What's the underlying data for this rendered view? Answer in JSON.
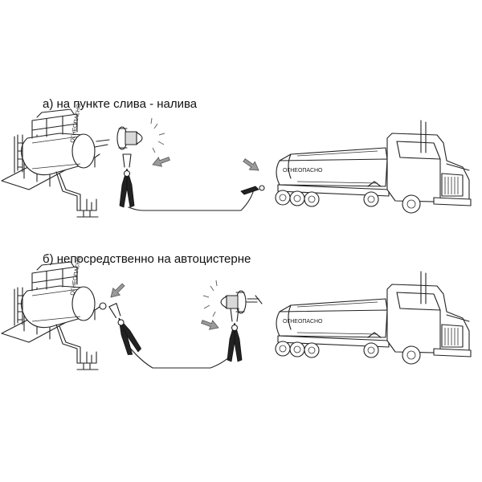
{
  "captions": {
    "a": "а)  на пункте слива - налива",
    "b": "б)  непосредственно на автоцистерне"
  },
  "labels": {
    "storage_tank": "ОГНЕОПАСНО",
    "tanker": "ОГНЕОПАСНО"
  },
  "colors": {
    "line": "#222222",
    "arrow": "#9a9a9a",
    "lamp_rays": "#666666"
  }
}
